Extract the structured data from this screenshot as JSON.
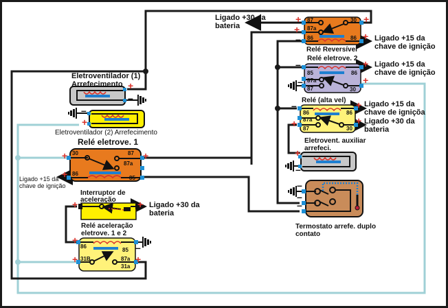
{
  "diagram": {
    "type": "electrical-wiring",
    "colors": {
      "wire": "#1a1a1a",
      "aux_wire": "#9fd0d6",
      "relay_orange": "#e87a1e",
      "relay_lavender": "#b9b2d8",
      "relay_yellow": "#fff27a",
      "fan_gray": "#c8c8c8",
      "fan_yellow": "#fff000",
      "thermostat_brown": "#c98c5a",
      "terminal": "#1e90d6",
      "polarity_plus": "#d9332b",
      "coil": "#d9332b",
      "armature": "#1e7fd0"
    },
    "components": {
      "fan1": {
        "label_line1": "Eletroventilador (1)",
        "label_line2": "Arrefecimento"
      },
      "fan2": {
        "label": "Eletroventilador (2) Arrefecimento"
      },
      "relay1": {
        "label": "Relé eletrove. 1",
        "pins": [
          "30",
          "87",
          "87a",
          "86",
          "85"
        ]
      },
      "switch": {
        "label_line1": "Interruptor de",
        "label_line2": "aceleração"
      },
      "relay_accel": {
        "label_line1": "Relé aceleração",
        "label_line2": "eletrove. 1 e 2",
        "pins": [
          "86",
          "85",
          "31B",
          "87a",
          "31a"
        ]
      },
      "relay_rev": {
        "label": "Relé Reversível",
        "pins": [
          "87",
          "87a",
          "86",
          "30",
          "86"
        ]
      },
      "relay2": {
        "label": "Relé eletrove. 2",
        "pins": [
          "85",
          "86",
          "87a",
          "87",
          "30"
        ]
      },
      "relay_high": {
        "label": "Relé (alta vel)",
        "pins": [
          "86",
          "87a",
          "87",
          "86",
          "30"
        ]
      },
      "fan_aux": {
        "label_line1": "Eletrovent. auxiliar",
        "label_line2": "arrefeci."
      },
      "thermostat": {
        "label_line1": "Termostato arrefe. duplo",
        "label_line2": "contato"
      }
    },
    "connections": {
      "bat30_top": {
        "line1": "Ligado +30 da",
        "line2": "bateria"
      },
      "ign15_rev": {
        "line1": "Ligado +15 da",
        "line2": "chave de ignição"
      },
      "ign15_r2": {
        "line1": "Ligado +15 da",
        "line2": "chave de ignição"
      },
      "ign15_high": {
        "line1": "Ligado +15 da",
        "line2": "chave de igniçõa"
      },
      "bat30_high": {
        "line1": "Ligado +30 da",
        "line2": "bateria"
      },
      "ign15_r1": {
        "line1": "Ligado +15 da",
        "line2": "chave de ignição"
      },
      "bat30_switch": {
        "line1": "Ligado +30 da",
        "line2": "bateria"
      }
    },
    "polarity": {
      "plus": "+",
      "minus": "–"
    }
  }
}
